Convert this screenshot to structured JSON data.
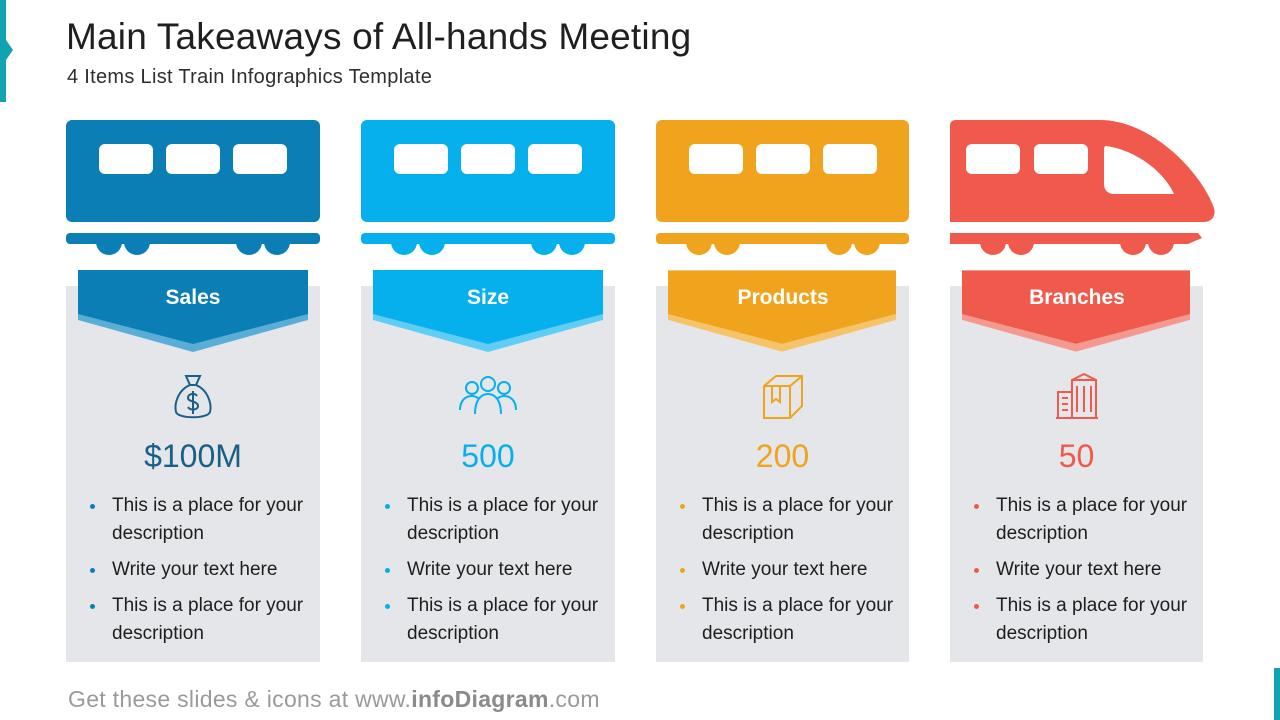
{
  "header": {
    "title": "Main Takeaways of All-hands Meeting",
    "subtitle": "4 Items List Train Infographics  Template"
  },
  "columns": [
    {
      "label": "Sales",
      "value": "$100M",
      "icon": "money-bag-icon",
      "color": "#0b7fb5",
      "color_light": "#5aaed6",
      "bullets": [
        "This is a place for your description",
        "Write your text here",
        "This is a place for your description"
      ]
    },
    {
      "label": "Size",
      "value": "500",
      "icon": "people-group-icon",
      "color": "#06b0ec",
      "color_light": "#5fcdf4",
      "bullets": [
        "This is a place for your description",
        "Write your text here",
        "This is a place for your description"
      ]
    },
    {
      "label": "Products",
      "value": "200",
      "icon": "box-icon",
      "color": "#f0a31c",
      "color_light": "#f5c46a",
      "bullets": [
        "This is a place for your description",
        "Write your text here",
        "This is a place for your description"
      ]
    },
    {
      "label": "Branches",
      "value": "50",
      "icon": "building-icon",
      "color": "#ef5a4c",
      "color_light": "#f39990",
      "bullets": [
        "This is a place for your description",
        "Write your text here",
        "This is a place for your description"
      ]
    }
  ],
  "footer": {
    "text_prefix": "Get these slides & icons at www.",
    "text_brand": "infoDiagram",
    "text_suffix": ".com"
  },
  "colors": {
    "accent": "#12a3b0",
    "panel": "#e4e6ea",
    "value_text": "#1a5f86"
  }
}
